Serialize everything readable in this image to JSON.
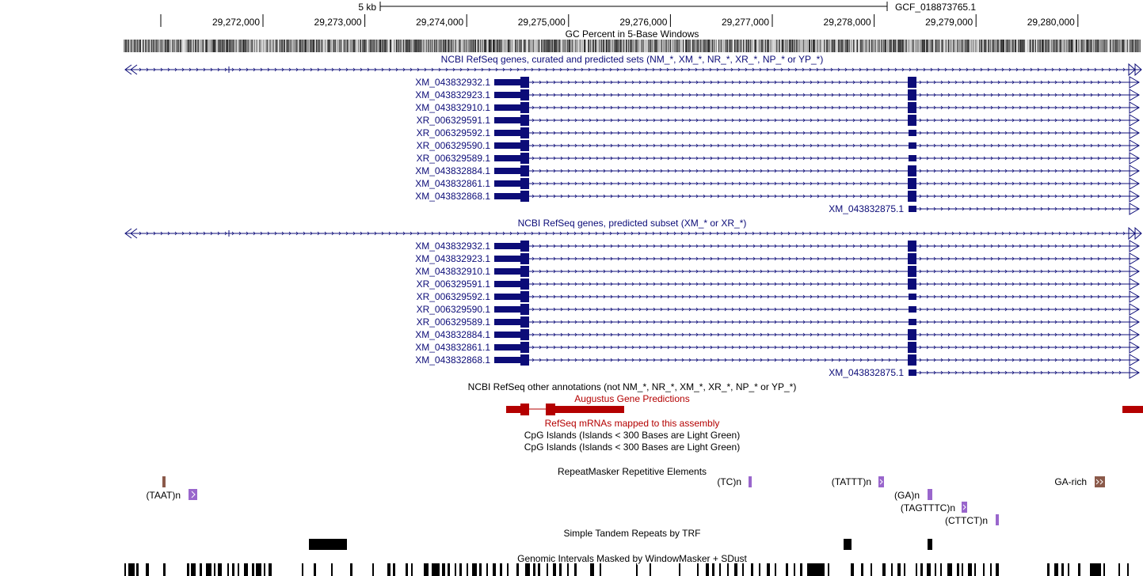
{
  "ruler": {
    "scale_label": "5 kb",
    "assembly_label": "GCF_018873765.1",
    "ticks": [
      "29,272,000",
      "29,273,000",
      "29,274,000",
      "29,275,000",
      "29,276,000",
      "29,277,000",
      "29,278,000",
      "29,279,000",
      "29,280,000"
    ]
  },
  "tracks": {
    "gc_percent": "GC Percent in 5-Base Windows",
    "refseq_all": "NCBI RefSeq genes, curated and predicted sets (NM_*, XM_*, NR_*, XR_*, NP_* or YP_*)",
    "refseq_predicted": "NCBI RefSeq genes, predicted subset (XM_* or XR_*)",
    "refseq_other": "NCBI RefSeq other annotations (not NM_*, NR_*, XM_*, XR_*, NP_* or YP_*)",
    "augustus": "Augustus Gene Predictions",
    "refseq_mrna": "RefSeq mRNAs mapped to this assembly",
    "cpg1": "CpG Islands (Islands < 300 Bases are Light Green)",
    "cpg2": "CpG Islands (Islands < 300 Bases are Light Green)",
    "repeatmasker": "RepeatMasker Repetitive Elements",
    "simple_repeats": "Simple Tandem Repeats by TRF",
    "windowmasker": "Genomic Intervals Masked by WindowMasker + SDust"
  },
  "transcripts": [
    "XM_043832932.1",
    "XM_043832923.1",
    "XM_043832910.1",
    "XR_006329591.1",
    "XR_006329592.1",
    "XR_006329590.1",
    "XR_006329589.1",
    "XM_043832884.1",
    "XM_043832861.1",
    "XM_043832868.1"
  ],
  "lone_transcript": "XM_043832875.1",
  "repeats": {
    "taat": "(TAAT)n",
    "tc": "(TC)n",
    "tattt": "(TATTT)n",
    "ga": "(GA)n",
    "tagtttc": "(TAGTTTC)n",
    "cttct": "(CTTCT)n",
    "ga_rich": "GA-rich"
  },
  "colors": {
    "gene": "#0c0c78",
    "augustus": "#b40000",
    "repeat_purple": "#9966cc",
    "repeat_brown": "#8b5a4a",
    "text": "#000000"
  }
}
